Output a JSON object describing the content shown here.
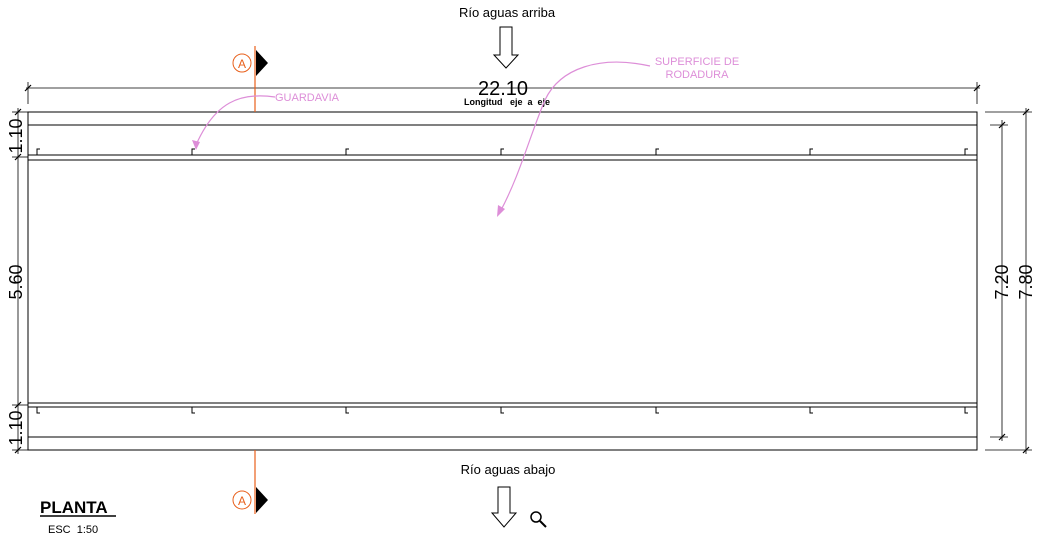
{
  "labels": {
    "upstream": "Río aguas arriba",
    "downstream": "Río aguas abajo",
    "length_value": "22.10",
    "length_caption": "Longitud   eje  a  eje",
    "width_left_top": "1.10",
    "width_left_middle": "5.60",
    "width_left_bottom": "1.10",
    "width_right_inner": "7.20",
    "width_right_outer": "7.80",
    "guardrail": "GUARDAVIA",
    "surface_line1": "SUPERFICIE DE",
    "surface_line2": "RODADURA",
    "section_marker_top": "A",
    "section_marker_bottom": "A"
  },
  "title_block": {
    "title": "PLANTA",
    "scale": "ESC  1:50"
  },
  "icons": {
    "zoom": "magnifier-icon",
    "flow_arrow": "down-arrow-icon"
  },
  "colors": {
    "ink": "#000000",
    "annotation": "#dd8ed8",
    "section_line": "#e8601c"
  }
}
